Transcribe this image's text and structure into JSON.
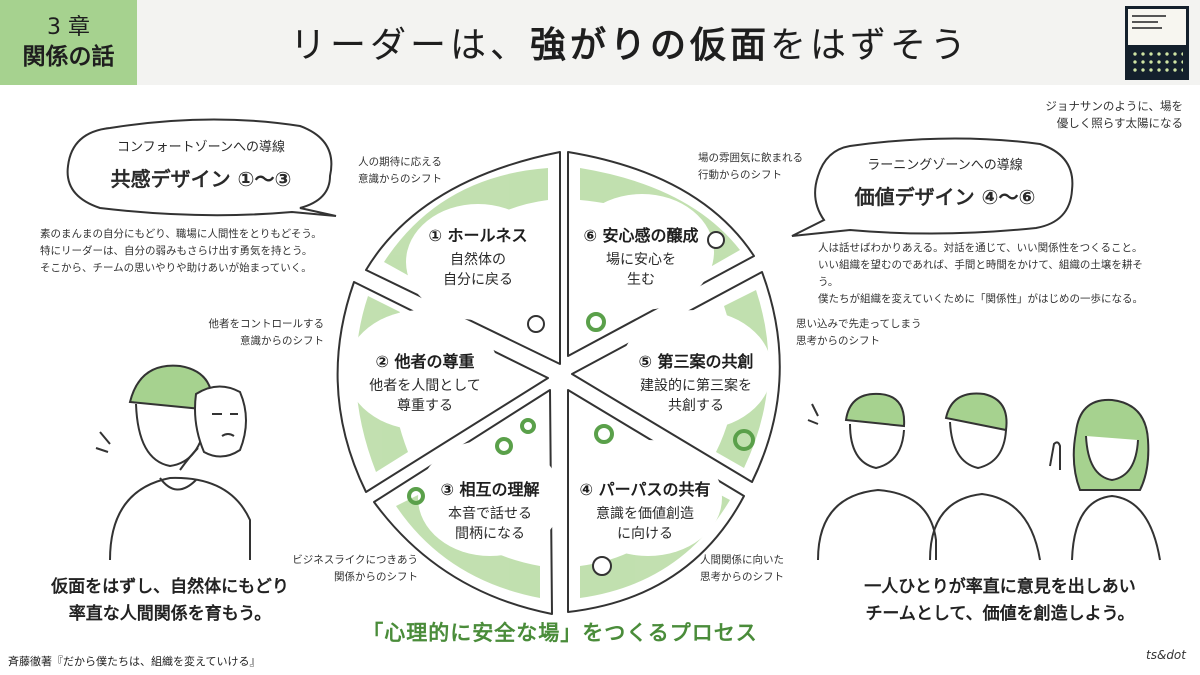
{
  "header": {
    "chapter_number": "3 章",
    "chapter_title": "関係の話",
    "title_part1": "リーダーは、",
    "title_bold": "強がりの仮面",
    "title_part2": "をはずそう"
  },
  "top_right_note": {
    "line1": "ジョナサンのように、場を",
    "line2": "優しく照らす太陽になる"
  },
  "left_bubble": {
    "subtitle": "コンフォートゾーンへの導線",
    "title": "共感デザイン ①〜③"
  },
  "right_bubble": {
    "subtitle": "ラーニングゾーンへの導線",
    "title": "価値デザイン ④〜⑥"
  },
  "left_desc": {
    "line1": "素のまんまの自分にもどり、職場に人間性をとりもどそう。",
    "line2": "特にリーダーは、自分の弱みもさらけ出す勇気を持とう。",
    "line3": "そこから、チームの思いやりや助けあいが始まっていく。"
  },
  "right_desc": {
    "line1": "人は話せばわかりあえる。対話を通じて、いい関係性をつくること。",
    "line2": "いい組織を望むのであれば、手間と時間をかけて、組織の土壌を耕そう。",
    "line3": "僕たちが組織を変えていくために「関係性」がはじめの一歩になる。"
  },
  "shift_labels": {
    "a_top": "人の期待に応える",
    "a_bottom": "意識からのシフト",
    "b_top": "他者をコントロールする",
    "b_bottom": "意識からのシフト",
    "c_top": "ビジネスライクにつきあう",
    "c_bottom": "関係からのシフト",
    "d_top": "人間関係に向いた",
    "d_bottom": "思考からのシフト",
    "e_top": "思い込みで先走ってしまう",
    "e_bottom": "思考からのシフト",
    "f_top": "場の雰囲気に飲まれる",
    "f_bottom": "行動からのシフト"
  },
  "segments": [
    {
      "title": "① ホールネス",
      "line1": "自然体の",
      "line2": "自分に戻る"
    },
    {
      "title": "② 他者の尊重",
      "line1": "他者を人間として",
      "line2": "尊重する"
    },
    {
      "title": "③ 相互の理解",
      "line1": "本音で話せる",
      "line2": "間柄になる"
    },
    {
      "title": "④ パーパスの共有",
      "line1": "意識を価値創造",
      "line2": "に向ける"
    },
    {
      "title": "⑤ 第三案の共創",
      "line1": "建設的に第三案を",
      "line2": "共創する"
    },
    {
      "title": "⑥ 安心感の醸成",
      "line1": "場に安心を",
      "line2": "生む"
    }
  ],
  "left_caption": {
    "line1": "仮面をはずし、自然体にもどり",
    "line2": "率直な人間関係を育もう。"
  },
  "right_caption": {
    "line1": "一人ひとりが率直に意見を出しあい",
    "line2": "チームとして、価値を創造しよう。"
  },
  "process_label": "「心理的に安全な場」をつくるプロセス",
  "footer": "斉藤徹著『だから僕たちは、組織を変えていける』",
  "signature": "ts&dot",
  "colors": {
    "accent_green": "#a6d28f",
    "header_bg": "#f3f3f1",
    "process_text": "#4a8c3a"
  }
}
